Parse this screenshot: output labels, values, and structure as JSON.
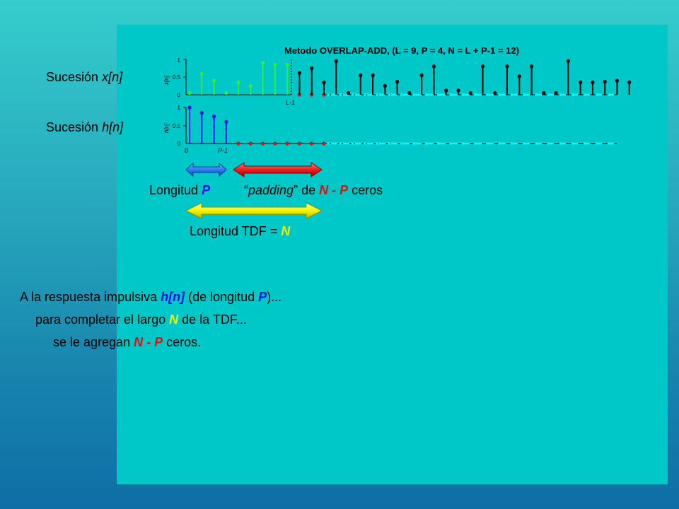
{
  "plot": {
    "title": "Metodo OVERLAP-ADD, (L = 9, P = 4, N = L + P-1 = 12)",
    "x_ylabel": "x[n]",
    "h_ylabel": "h[n]",
    "x_yticks": [
      "1",
      "0.5",
      "0"
    ],
    "h_yticks": [
      "1",
      "0.5",
      "0"
    ],
    "x_xtick": "L-1",
    "h_xtick_0": "0",
    "h_xtick_p": "P-1"
  },
  "chart_data": [
    {
      "type": "stem",
      "title": "Metodo OVERLAP-ADD, (L = 9, P = 4, N = L + P-1 = 12)",
      "ylabel": "x[n]",
      "ylim": [
        0,
        1
      ],
      "series": [
        {
          "name": "",
          "x": [
            0,
            1,
            2,
            3,
            4,
            5,
            6,
            7,
            8
          ],
          "values": [
            0.05,
            0.6,
            0.4,
            0.05,
            0.35,
            0.25,
            0.9,
            0.85,
            0.85
          ]
        },
        {
          "name": "",
          "x": [
            9,
            10,
            11
          ],
          "values": [
            0,
            0,
            0
          ]
        },
        {
          "name": "",
          "x": [
            9,
            10,
            11,
            12,
            13,
            14,
            15,
            16,
            17,
            18,
            19,
            20,
            21,
            22,
            23,
            24,
            25,
            26,
            27,
            28,
            29,
            30,
            31,
            32,
            33,
            34,
            35,
            36
          ],
          "values": [
            0.62,
            0.75,
            0.35,
            0.95,
            0.05,
            0.55,
            0.55,
            0.25,
            0.37,
            0.05,
            0.55,
            0.8,
            0.12,
            0.12,
            0.05,
            0.8,
            0.05,
            0.8,
            0.52,
            0.8,
            0.05,
            0.05,
            0.95,
            0.35,
            0.35,
            0.37,
            0.4,
            0.35
          ]
        }
      ]
    },
    {
      "type": "stem",
      "ylabel": "h[n]",
      "ylim": [
        0,
        1
      ],
      "series": [
        {
          "name": "",
          "x": [
            0,
            1,
            2,
            3
          ],
          "values": [
            1,
            0.85,
            0.75,
            0.6
          ]
        },
        {
          "name": "",
          "x": [
            4,
            5,
            6,
            7,
            8,
            9,
            10,
            11
          ],
          "values": [
            0,
            0,
            0,
            0,
            0,
            0,
            0,
            0
          ]
        }
      ]
    }
  ],
  "labels": {
    "seq_x_prefix": "Sucesión ",
    "seq_x_var": "x[n]",
    "seq_h_prefix": "Sucesión ",
    "seq_h_var": "h[n]",
    "len_p_text": "Longitud ",
    "len_p_var": "P",
    "padding_q1": "“",
    "padding_word": "padding",
    "padding_q2": "” de ",
    "padding_n": "N",
    "padding_minus": " - ",
    "padding_p": "P",
    "padding_end": " ceros",
    "tdf_text": "Longitud TDF = ",
    "tdf_var": "N"
  },
  "body": {
    "l1_a": "A la respuesta impulsiva ",
    "l1_h": "h[n]",
    "l1_b": " (de longitud ",
    "l1_p": "P",
    "l1_c": ")...",
    "l2_a": "para completar el largo ",
    "l2_n": "N",
    "l2_b": " de la TDF...",
    "l3_a": "se le agregan ",
    "l3_n": "N",
    "l3_minus": " - ",
    "l3_p": "P",
    "l3_b": " ceros."
  },
  "colors": {
    "green": "#33ee33",
    "black": "#000000",
    "red": "#dd1111",
    "blue": "#1010e0",
    "cyan": "#00ffff",
    "arrow_blue": "#2a7ef0",
    "arrow_red": "#e82020",
    "arrow_yellow": "#f5f500"
  }
}
